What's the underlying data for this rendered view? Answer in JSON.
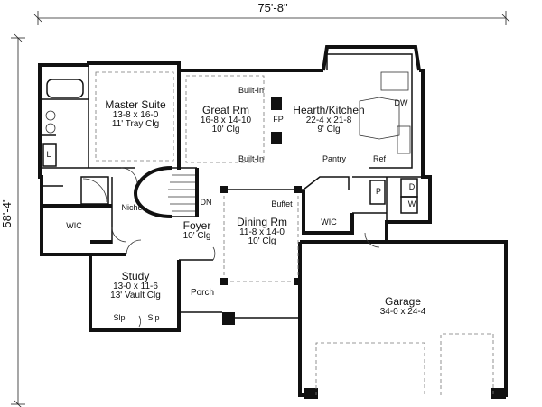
{
  "dimensions": {
    "overall_width": "75'-8\"",
    "overall_depth": "58'-4\""
  },
  "rooms": {
    "master_suite": {
      "name": "Master Suite",
      "size": "13-8 x 16-0",
      "ceiling": "11' Tray Clg"
    },
    "great_room": {
      "name": "Great Rm",
      "size": "16-8 x 14-10",
      "ceiling": "10' Clg"
    },
    "hearth_kitchen": {
      "name": "Hearth/Kitchen",
      "size": "22-4 x 21-8",
      "ceiling": "9' Clg"
    },
    "dining_room": {
      "name": "Dining Rm",
      "size": "11-8 x 14-0",
      "ceiling": "10' Clg"
    },
    "foyer": {
      "name": "Foyer",
      "ceiling": "10' Clg"
    },
    "study": {
      "name": "Study",
      "size": "13-0 x 11-6",
      "ceiling": "13' Vault Clg"
    },
    "garage": {
      "name": "Garage",
      "size": "34-0 x 24-4"
    },
    "porch": {
      "name": "Porch"
    }
  },
  "labels": {
    "builtin_top": "Built-In",
    "builtin_bottom": "Built-In",
    "fp": "FP",
    "dw": "DW",
    "pantry": "Pantry",
    "ref": "Ref",
    "d": "D",
    "w": "W",
    "p": "P",
    "wic_master": "WIC",
    "wic_mud": "WIC",
    "niche": "Niche",
    "dn": "DN",
    "buffet": "Buffet",
    "l": "L",
    "slp_left": "Slp",
    "slp_right": "Slp"
  }
}
